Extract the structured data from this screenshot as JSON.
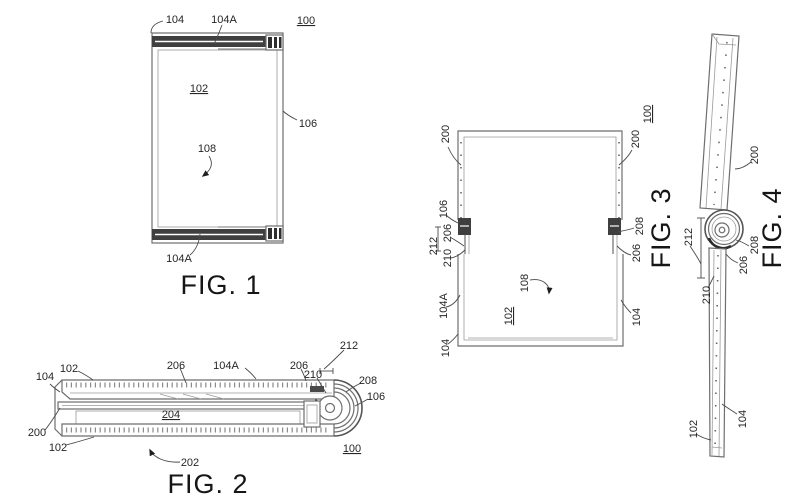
{
  "palette": {
    "paper": "#ffffff",
    "ink": "#3c3c3c",
    "label_ink": "#262626"
  },
  "document": {
    "kind": "patent-figure-sheet",
    "device": "foldable-display-device"
  },
  "figures": {
    "fig1": {
      "caption": "FIG. 1",
      "refs": {
        "r104": "104",
        "r104a_top": "104A",
        "r100": "100",
        "r102": "102",
        "r106": "106",
        "r108": "108",
        "r104a_bottom": "104A"
      }
    },
    "fig2": {
      "caption": "FIG. 2",
      "refs": {
        "r104": "104",
        "r102_top": "102",
        "r206_left": "206",
        "r104a": "104A",
        "r206_right": "206",
        "r212": "212",
        "r210": "210",
        "r208": "208",
        "r106": "106",
        "r204": "204",
        "r200": "200",
        "r102_bottom": "102",
        "r202": "202",
        "r100": "100"
      }
    },
    "fig3": {
      "caption": "FIG. 3",
      "refs": {
        "r100": "100",
        "r200_left": "200",
        "r200_right": "200",
        "r106": "106",
        "r206_left": "206",
        "r212": "212",
        "r210": "210",
        "r208": "208",
        "r206_right": "206",
        "r104a": "104A",
        "r104_left": "104",
        "r102": "102",
        "r108": "108",
        "r104_right": "104"
      }
    },
    "fig4": {
      "caption": "FIG. 4",
      "refs": {
        "r200": "200",
        "r212": "212",
        "r208": "208",
        "r206": "206",
        "r210": "210",
        "r104": "104",
        "r102": "102"
      }
    }
  }
}
